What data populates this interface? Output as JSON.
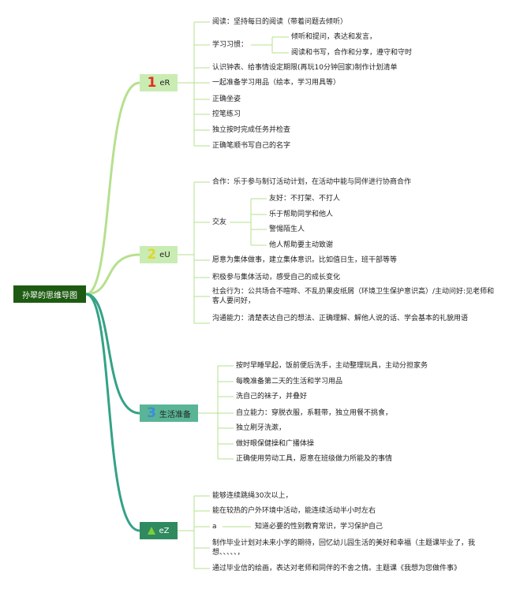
{
  "root": {
    "label": "孙翠的思维导图"
  },
  "branches": [
    {
      "number": "1",
      "label": "eR",
      "items": [
        "阅读：坚持每日的阅读（带着问题去倾听）",
        "学习习惯：",
        "认识钟表、给事情设定期限(再玩10分钟回家)制作计划清单",
        "一起准备学习用品（绘本，学习用具等）",
        "正确坐姿",
        "控笔练习",
        "独立按时完成任务并检查",
        "正确笔顺书写自己的名字"
      ],
      "sub_items": [
        "倾听和提问，表达和发言，",
        "阅读和书写，合作和分享，遵守和守时"
      ]
    },
    {
      "number": "2",
      "label": "eU",
      "items": [
        "合作：乐于参与制订活动计划，在活动中能与同伴进行协商合作",
        "交友",
        "愿意为集体做事，建立集体意识。比如值日生，班干部等等",
        "积极参与集体活动，感受自己的成长变化",
        "社会行为：公共场合不喧哗、不乱扔果皮纸屑（环境卫生保护意识高）/主动问好:见老师和客人要问好，",
        "沟通能力：清楚表达自己的想法、正确理解、解他人说的话、学会基本的礼貌用语"
      ],
      "sub_items": [
        "友好：不打架、不打人",
        "乐于帮助同学和他人",
        "警惕陌生人",
        "他人帮助要主动致谢"
      ]
    },
    {
      "number": "3",
      "label": "生活准备",
      "items": [
        "按时早睡早起，饭前便后洗手，主动整理玩具，主动分担家务",
        "每晚准备第二天的生活和学习用品",
        "洗自己的袜子，并叠好",
        "自立能力：穿脱衣服，系鞋带，独立用餐不挑食，",
        "独立刷牙洗漱，",
        "做好眼保健操和广播体操",
        "正确使用劳动工具，愿意在班级做力所能及的事情"
      ]
    },
    {
      "label": "eZ",
      "items": [
        "能够连续跳绳30次以上，",
        "能在较热的户外环境中活动，能连续活动半小时左右",
        "a",
        "制作毕业计划对未来小学的期待，回忆幼儿园生活的美好和幸福（主题课毕业了，我想、、、、、，",
        "通过毕业信的绘画，表达对老师和同伴的不舍之情。主题课《我想为您做件事》"
      ],
      "sub_items": [
        "知道必要的性别教育常识，学习保护自己"
      ]
    }
  ],
  "colors": {
    "root_bg": "#1e5b12",
    "branch_light_bg": "#c9ecb3",
    "branch_mid_bg": "#5ab496",
    "branch_dark_bg": "#2f8a60",
    "line_light": "#b6e08e",
    "line_teal": "#34a287",
    "number_1": "#e2301d",
    "number_2": "#e3d52c",
    "number_3": "#3a8fd6",
    "icon_4": "#7dcf3a"
  }
}
